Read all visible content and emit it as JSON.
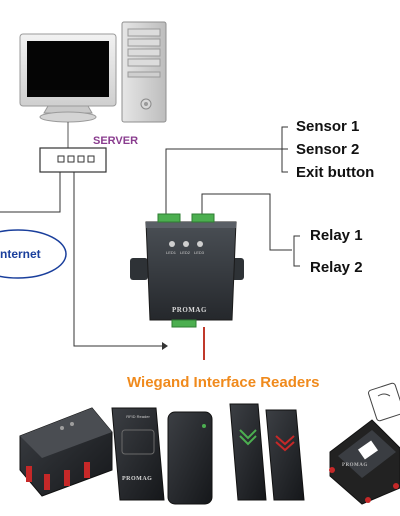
{
  "server": {
    "label": "SERVER"
  },
  "network": {
    "internet_label": "nternet"
  },
  "inputs": [
    "Sensor 1",
    "Sensor 2",
    "Exit button"
  ],
  "relays": [
    "Relay 1",
    "Relay 2"
  ],
  "controller": {
    "brand": "PROMAG",
    "leds": [
      "LED1",
      "LED2",
      "LED3"
    ]
  },
  "readers": {
    "title": "Wiegand Interface Readers",
    "brands": [
      "PROMAG",
      "PROMAG"
    ]
  },
  "colors": {
    "server_label": "#8a3d8f",
    "internet_label": "#1a3f9c",
    "readers_title": "#f08a1c",
    "connector_green": "#4caf50",
    "power_wire": "#c0392b"
  },
  "icons": [
    "computer-monitor",
    "tower-case",
    "network-switch",
    "controller-box",
    "rfid-reader"
  ]
}
